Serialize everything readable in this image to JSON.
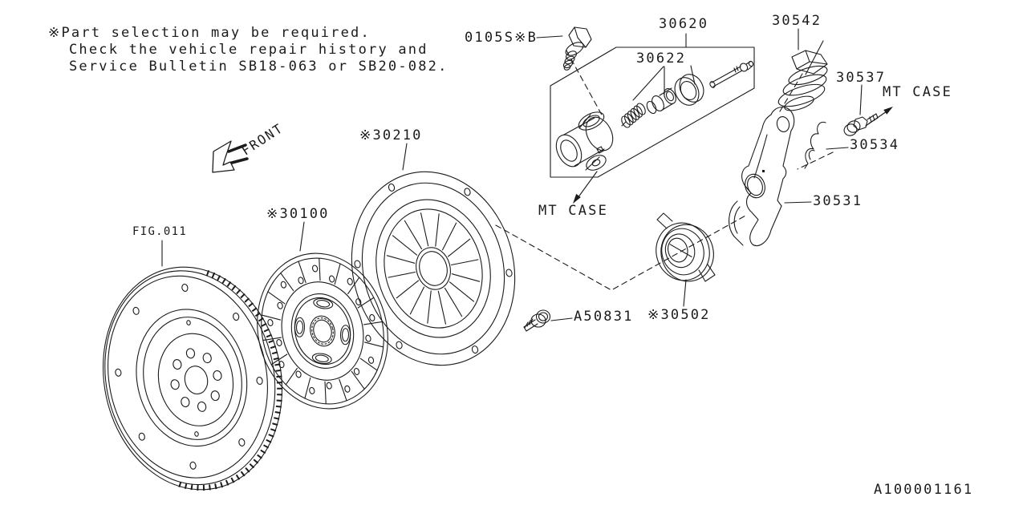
{
  "note": {
    "lines": [
      "※Part selection may be required.",
      "Check the vehicle repair history and",
      "Service Bulletin SB18-063 or SB20-082."
    ]
  },
  "orientation": {
    "front": "FRONT"
  },
  "figure_ref": "FIG.011",
  "mt_case": "MT CASE",
  "callouts": {
    "bolt_0105s": "0105S※B",
    "clutch_cylinder_assembly": "30620",
    "cylinder_repair_kit": "30622",
    "boot": "30542",
    "pivot_bolt": "30537",
    "clip": "30534",
    "release_fork": "30531",
    "release_bearing": "※30502",
    "pressure_plate": "※30210",
    "clutch_disc": "※30100",
    "flywheel_bolt": "A50831"
  },
  "diagram_id": "A100001161",
  "colors": {
    "line": "#1b1b1b",
    "background": "#ffffff"
  }
}
